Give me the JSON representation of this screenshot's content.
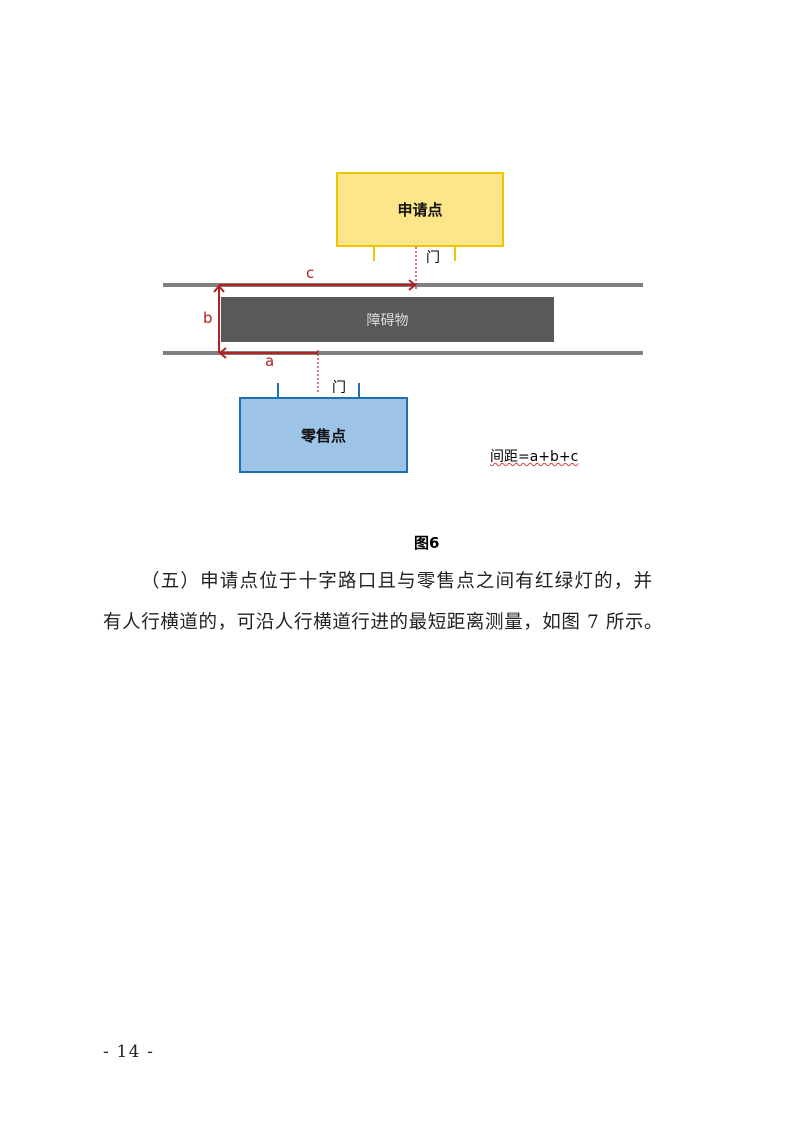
{
  "figure": {
    "applicant_label": "申请点",
    "retailer_label": "零售点",
    "obstacle_label": "障碍物",
    "door_label_top": "门",
    "door_label_bottom": "门",
    "segment_a": "a",
    "segment_b": "b",
    "segment_c": "c",
    "formula": "间距=a+b+c",
    "caption": "图6",
    "colors": {
      "applicant_fill": "#fde68a",
      "applicant_border": "#f2c300",
      "retailer_fill": "#9dc3e6",
      "retailer_border": "#1f6fb5",
      "obstacle": "#595959",
      "road": "#7f7f7f",
      "path": "#b22222"
    }
  },
  "body": {
    "paragraph_line1": "（五）申请点位于十字路口且与零售点之间有红绿灯的，并",
    "paragraph_line2": "有人行横道的，可沿人行横道行进的最短距离测量，如图 7 所示。"
  },
  "footer": {
    "page_number": "- 14 -"
  }
}
